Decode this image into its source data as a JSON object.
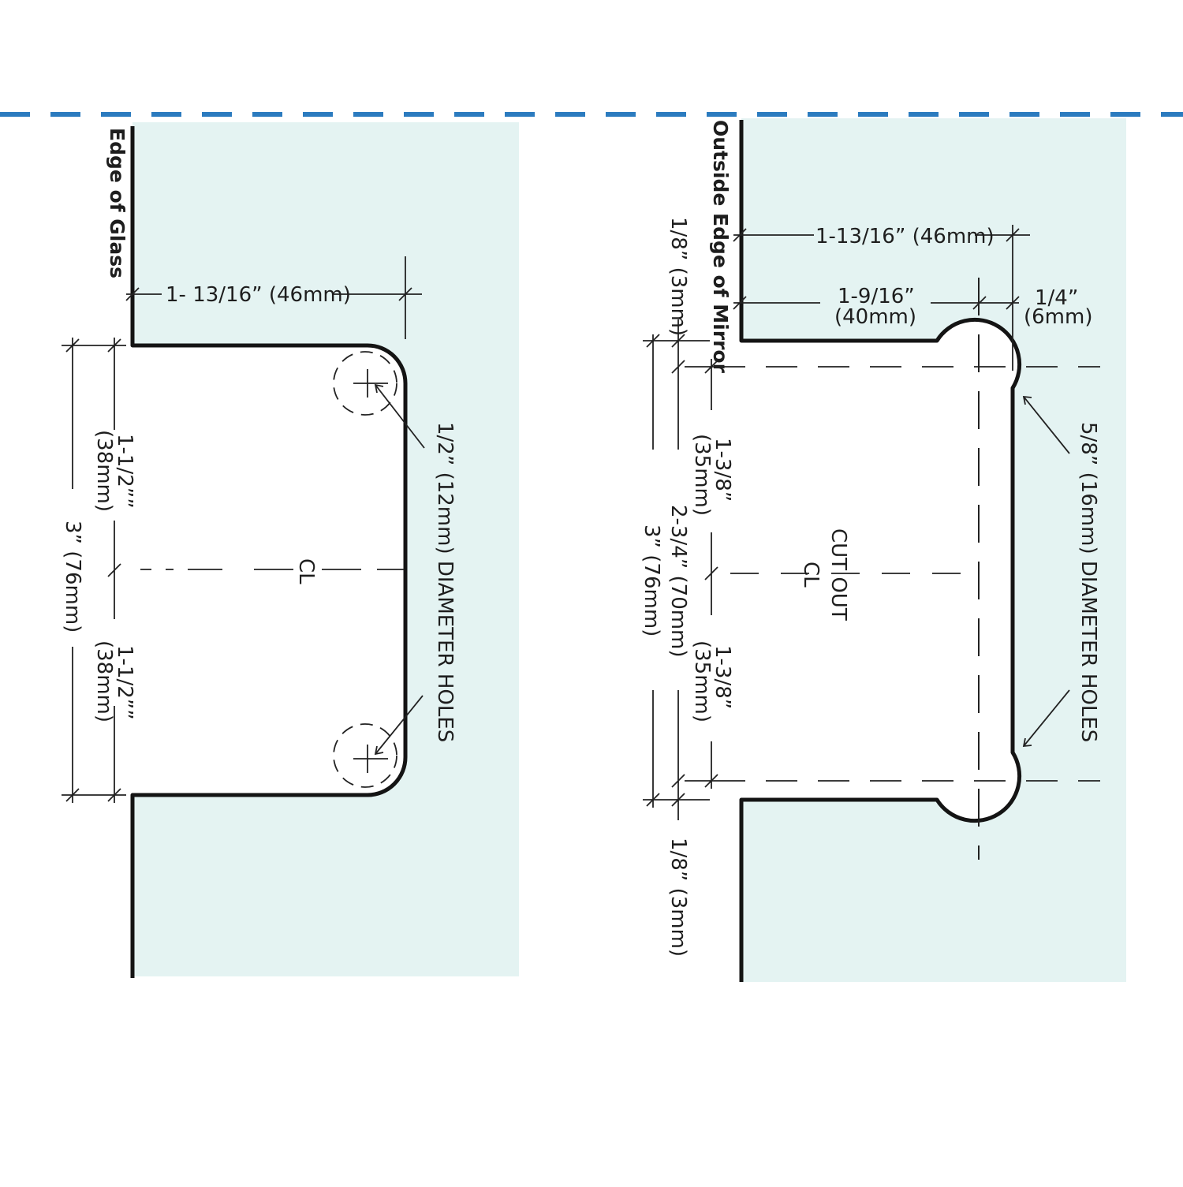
{
  "colors": {
    "glass_fill": "#e4f3f2",
    "top_dashed_line": "#2b7bbf",
    "outline": "#141414"
  },
  "left": {
    "edge_label": "Edge of Glass",
    "width_dim": "1- 13/16” (46mm)",
    "upper_half": [
      "1-1/2””",
      "(38mm)"
    ],
    "lower_half": [
      "1-1/2””",
      "(38mm)"
    ],
    "total": "3” (76mm)",
    "centerline": "CL",
    "holes": "1/2” (12mm) DIAMETER HOLES"
  },
  "right": {
    "edge_label": "Outside Edge of Mirror",
    "width_dim": "1-13/16” (46mm)",
    "inner_width": [
      "1-9/16”",
      "(40mm)"
    ],
    "offset": [
      "1/4”",
      "(6mm)"
    ],
    "top_gap": "1/8” (3mm)",
    "bottom_gap": "1/8” (3mm)",
    "upper_half": [
      "1-3/8”",
      "(35mm)"
    ],
    "lower_half": [
      "1-3/8”",
      "(35mm)"
    ],
    "inner_total": "2-3/4” (70mm)",
    "total": "3” (76mm)",
    "cutout_label": "CUT OUT",
    "centerline": "CL",
    "holes": "5/8” (16mm) DIAMETER HOLES"
  }
}
